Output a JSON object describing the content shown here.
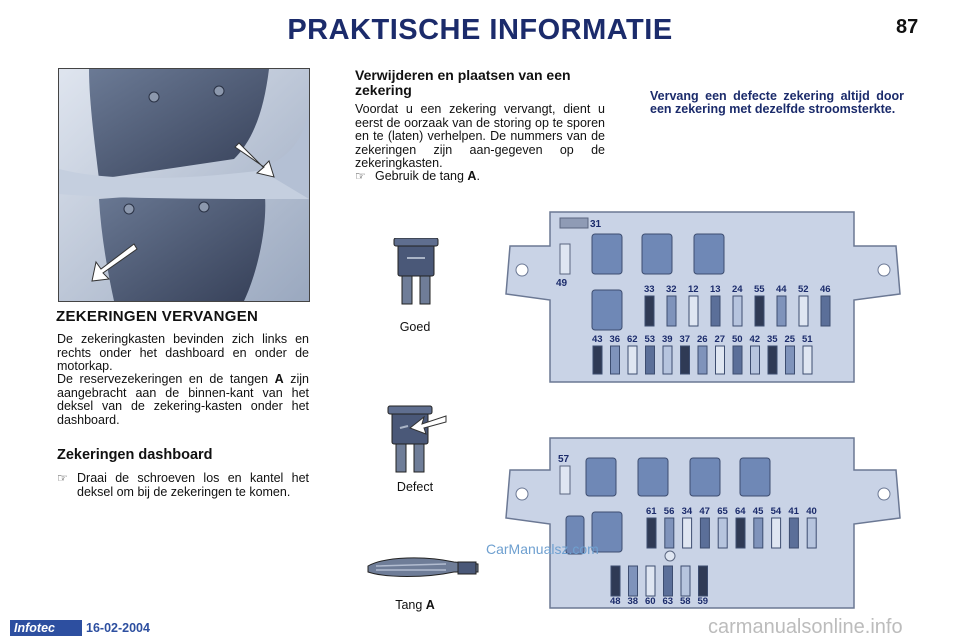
{
  "header": {
    "title": "PRAKTISCHE INFORMATIE",
    "page_number": "87"
  },
  "left": {
    "section_title": "ZEKERINGEN VERVANGEN",
    "para1": "De zekeringkasten bevinden zich links en rechts onder het dashboard en onder de motorkap.",
    "para2_pre": "De reservezekeringen en de tangen ",
    "para2_bold": "A",
    "para2_post": " zijn aangebracht aan de binnen-kant van het deksel van de zekering-kasten onder het dashboard.",
    "sub_title": "Zekeringen dashboard",
    "bullet": "Draai de schroeven los en kantel het deksel om bij de zekeringen te komen."
  },
  "middle": {
    "heading": "Verwijderen en plaatsen van een zekering",
    "para": "Voordat u een zekering vervangt, dient u eerst de oorzaak van de storing op te sporen en te (laten) verhelpen. De nummers van de zekeringen zijn aan-gegeven op de zekeringkasten.",
    "bullet_pre": "Gebruik de tang ",
    "bullet_bold": "A",
    "bullet_post": "."
  },
  "warning": "Vervang een defecte zekering altijd door een zekering met dezelfde stroomsterkte.",
  "captions": {
    "good": "Goed",
    "defect": "Defect",
    "tang": "Tang",
    "tang_letter": "A"
  },
  "fusebox_top": {
    "label_31": "31",
    "label_49": "49",
    "row1": [
      "33",
      "32",
      "12",
      "13",
      "24",
      "55",
      "44",
      "52",
      "46"
    ],
    "row2": [
      "43",
      "36",
      "62",
      "53",
      "39",
      "37",
      "26",
      "27",
      "50",
      "42",
      "35",
      "25",
      "51"
    ]
  },
  "fusebox_bottom": {
    "label_57": "57",
    "row1": [
      "61",
      "56",
      "34",
      "47",
      "65",
      "64",
      "45",
      "54",
      "41",
      "40"
    ],
    "row2": [
      "48",
      "38",
      "60",
      "63",
      "58",
      "59"
    ]
  },
  "footer": {
    "logo": "Infotec",
    "date": "16-02-2004"
  },
  "watermarks": {
    "car": "CarManualsz.com",
    "site": "carmanualsonline.info"
  }
}
